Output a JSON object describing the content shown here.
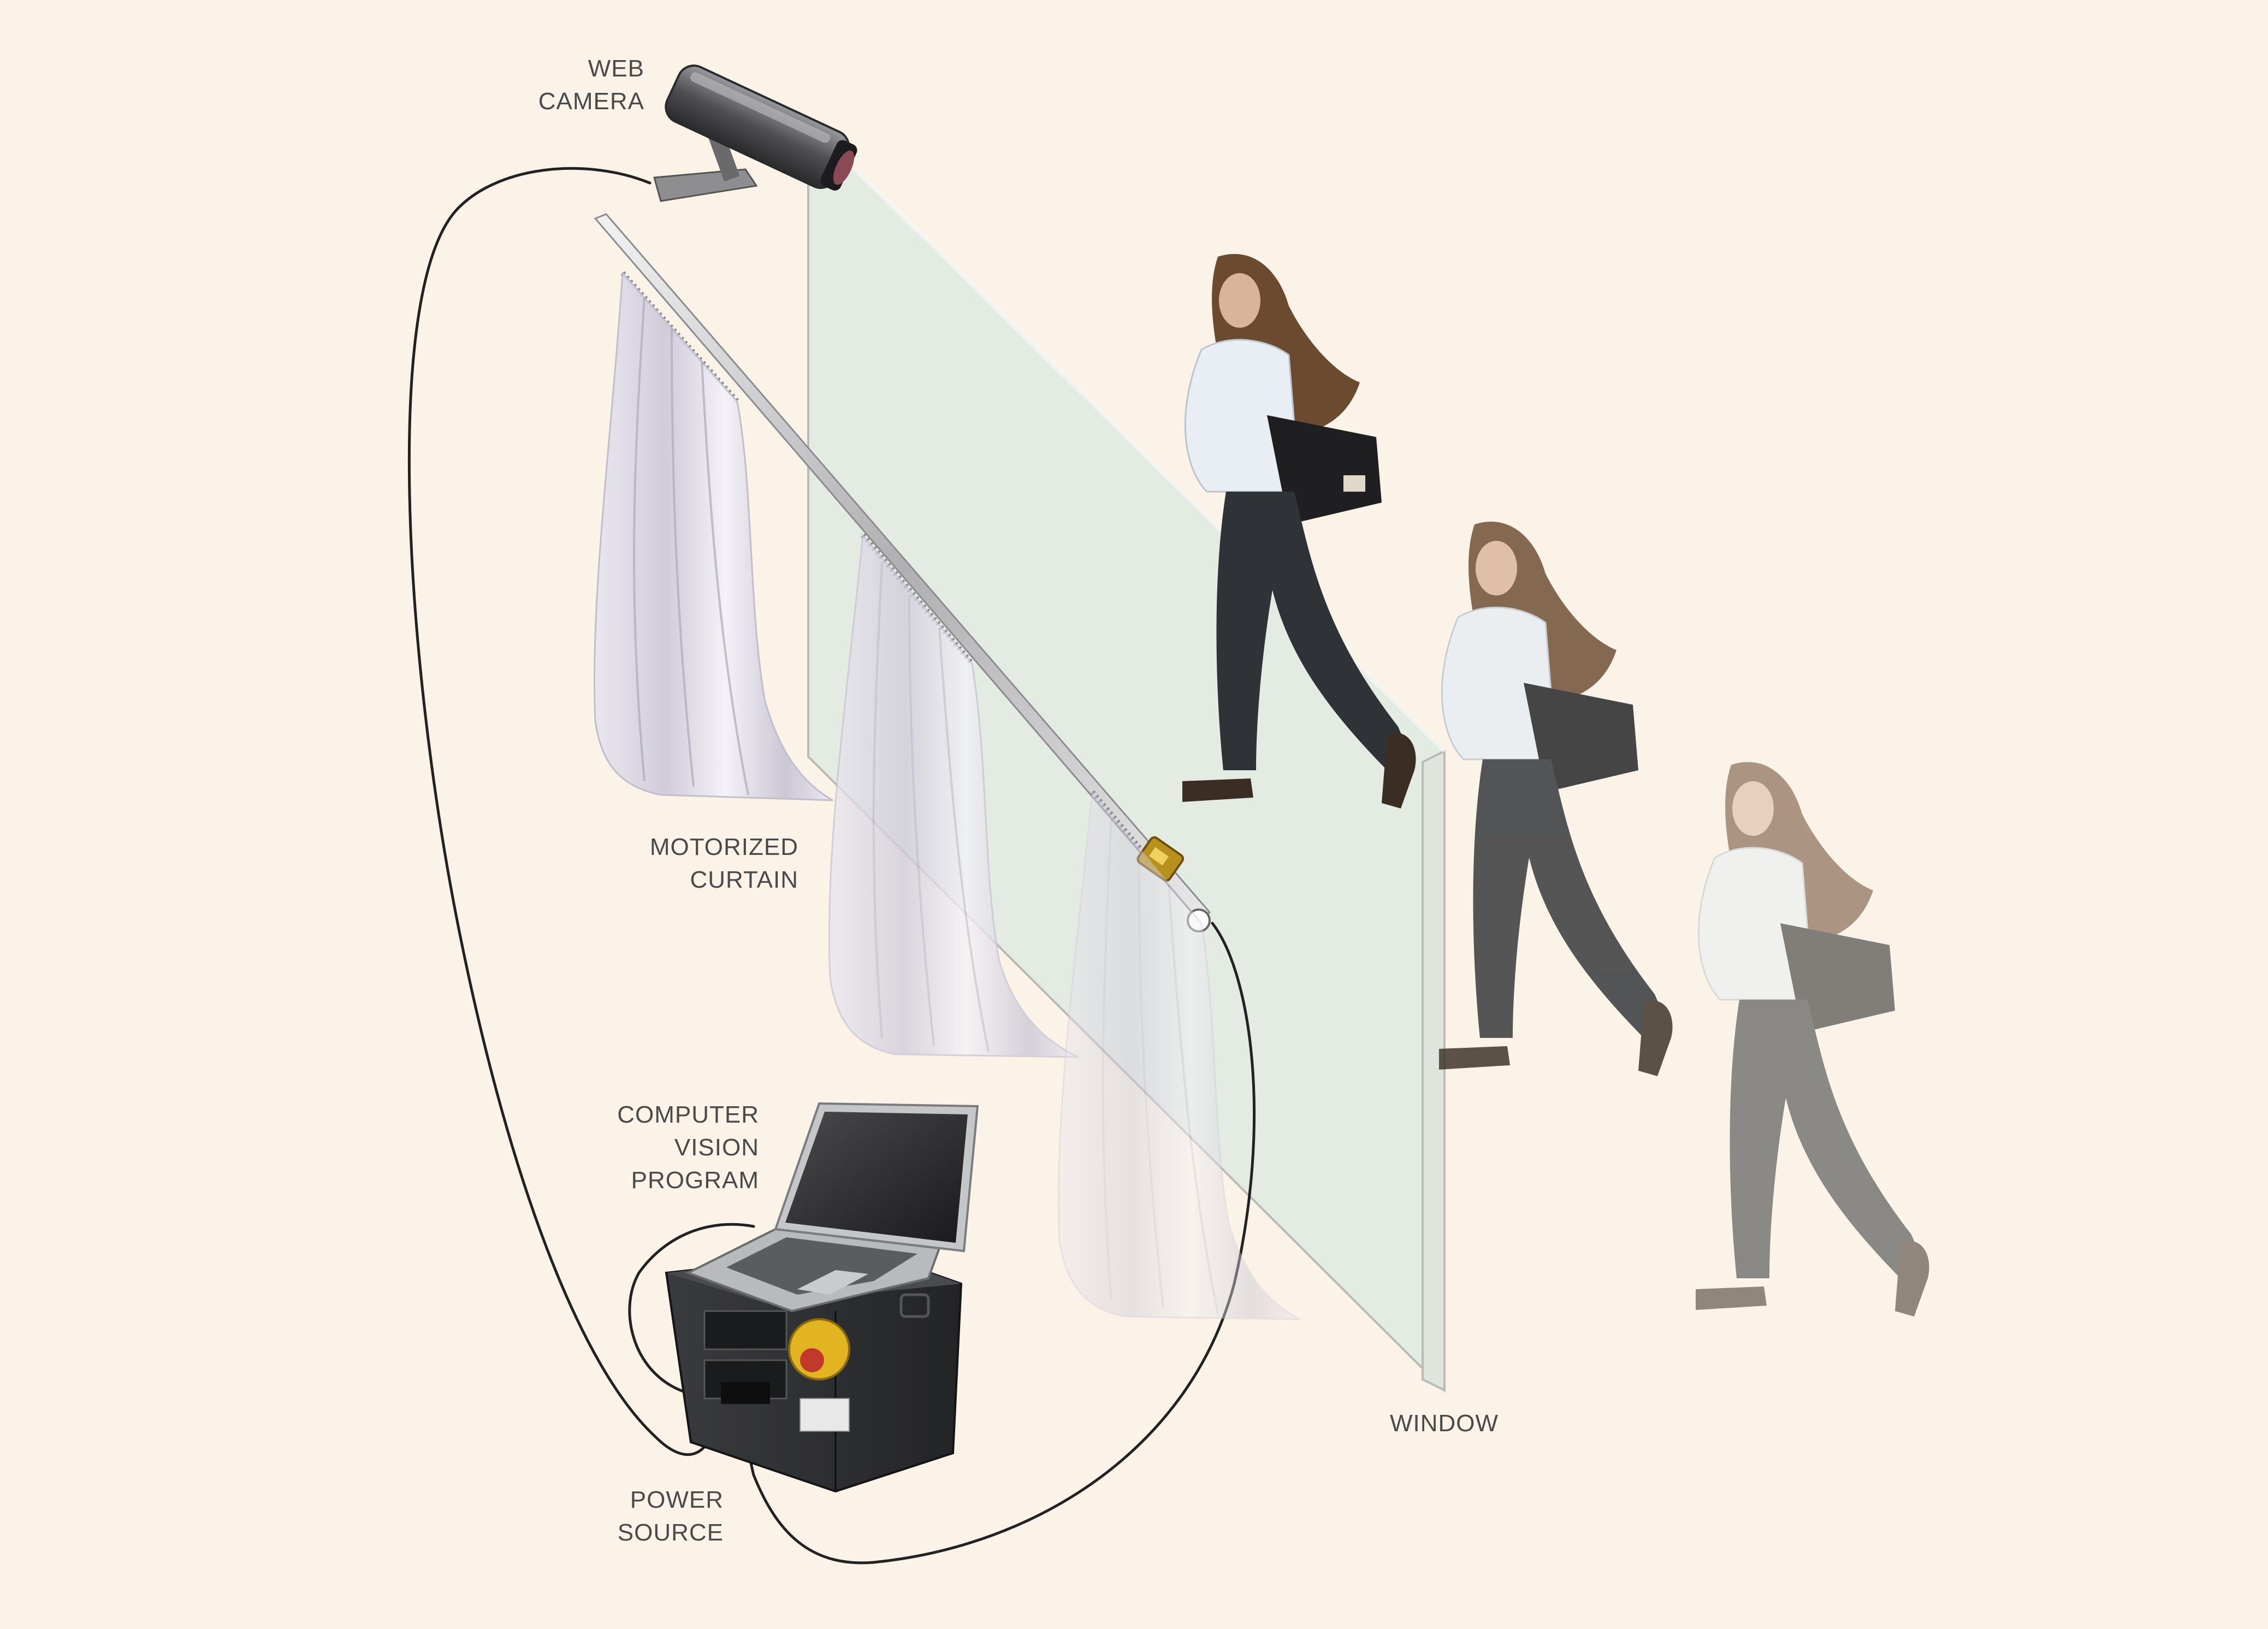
{
  "background": "#fbf3e7",
  "labels": {
    "web_camera": [
      "WEB",
      "CAMERA"
    ],
    "motorized_curtain": [
      "MOTORIZED",
      "CURTAIN"
    ],
    "computer_vision_program": [
      "COMPUTER",
      "VISION",
      "PROGRAM"
    ],
    "power_source": [
      "POWER",
      "SOURCE"
    ],
    "window": "WINDOW"
  },
  "colors": {
    "label_text": "#4a4a4a",
    "window_glass": "#e4ebe3",
    "window_frame": "#b9bcb6",
    "cable": "#222222",
    "curtain": "#dcd8e6",
    "camera_body": "#4f4f52",
    "power_box": "#2d2e30",
    "emergency_button": "#e2b422",
    "laptop": "#b8babc",
    "person_shirt": "#e8eef4",
    "person_pants": "#2f3236",
    "person_hair": "#6b4a30",
    "backpack": "#1f1f22"
  },
  "icons": [
    "web-camera",
    "motorized-curtain-rod",
    "curtain-motor",
    "laptop",
    "power-source-box",
    "emergency-stop-button",
    "walking-person"
  ]
}
